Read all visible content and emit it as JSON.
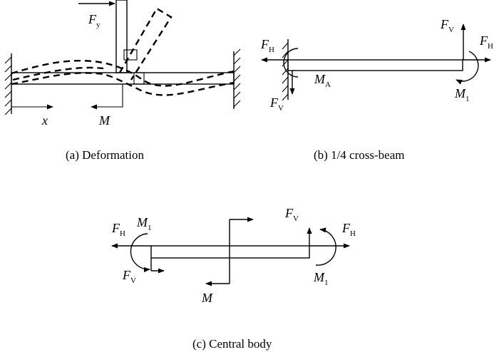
{
  "panels": {
    "a": {
      "caption": "(a) Deformation",
      "labels": {
        "Fy_main": "F",
        "Fy_sub": "y",
        "x": "x",
        "M": "M"
      }
    },
    "b": {
      "caption": "(b) 1/4 cross-beam",
      "labels": {
        "FH_left_main": "F",
        "FH_left_sub": "H",
        "FV_top_main": "F",
        "FV_top_sub": "V",
        "FH_right_main": "F",
        "FH_right_sub": "H",
        "MA_main": "M",
        "MA_sub": "A",
        "M1_main": "M",
        "M1_sub": "1",
        "FV_bot_main": "F",
        "FV_bot_sub": "V"
      }
    },
    "c": {
      "caption": "(c) Central body",
      "labels": {
        "FH_left_main": "F",
        "FH_left_sub": "H",
        "M1_top_main": "M",
        "M1_top_sub": "1",
        "FV_top_main": "F",
        "FV_top_sub": "V",
        "FH_right_main": "F",
        "FH_right_sub": "H",
        "FV_bot_main": "F",
        "FV_bot_sub": "V",
        "M_main": "M",
        "M1_bot_main": "M",
        "M1_bot_sub": "1"
      }
    }
  }
}
